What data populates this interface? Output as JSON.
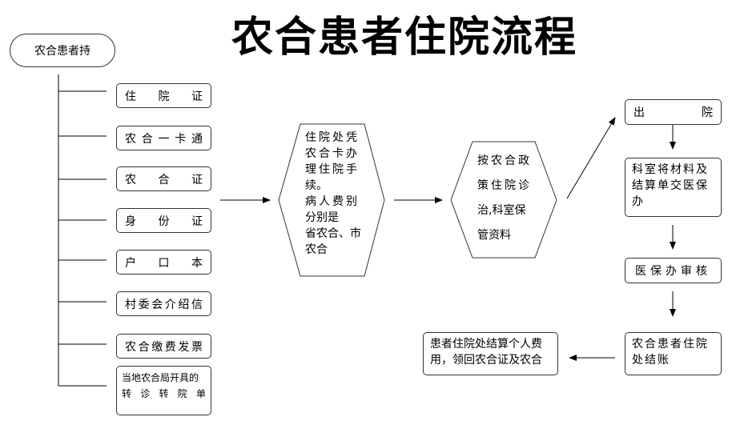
{
  "title": "农合患者住院流程",
  "start": "农合患者持",
  "documents": [
    "住院证",
    "农合一卡通",
    "农合证",
    "身份证",
    "户口本",
    "村委会介绍信",
    "农合缴费发票"
  ],
  "doc_last": [
    "当地农合局开具的",
    "转诊转院单"
  ],
  "step1": [
    "住院处凭",
    "农合卡办",
    "理住院手",
    "续。",
    "病人费别",
    "分别是",
    "省农合、市",
    "农合"
  ],
  "step2": [
    "按农合政",
    "策住院诊",
    "治,科室保",
    "管资料"
  ],
  "discharge": "出院",
  "submit": "科室将材料及结算单交医保办",
  "review": "医保办审核",
  "checkout": "农合患者住院处结账",
  "final": "患者住院处结算个人费用，领回农合证及农合"
}
